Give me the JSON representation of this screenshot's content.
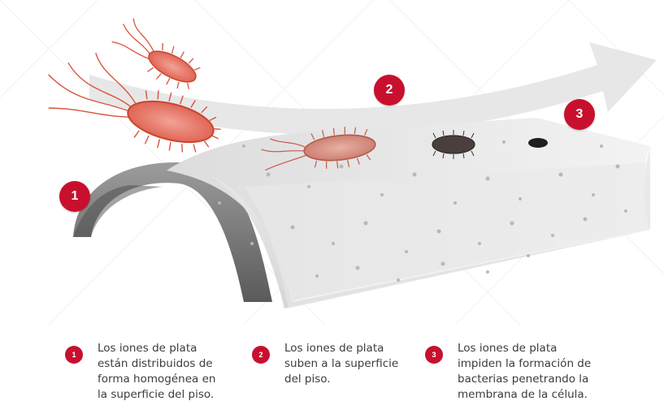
{
  "markers": [
    "1",
    "2",
    "3"
  ],
  "legend": [
    {
      "number": "1",
      "text": "Los iones de plata\nestán distribuidos de\nforma homogénea en\nla superficie del piso."
    },
    {
      "number": "2",
      "text": "Los iones de plata\nsuben a la superficie\ndel piso."
    },
    {
      "number": "3",
      "text": "Los iones de plata\nimpiden la formación de\nbacterias penetrando la\nmembrana de la célula."
    }
  ],
  "colors": {
    "accent": "#c8102e",
    "floor": "#e6e6e6",
    "floor_edge": "#7a7a7a",
    "bacteria_body": "#e06a5a",
    "bacteria_cilia": "#d9533e",
    "arrow": "#e3e3e3",
    "text": "#3c3c3c"
  }
}
